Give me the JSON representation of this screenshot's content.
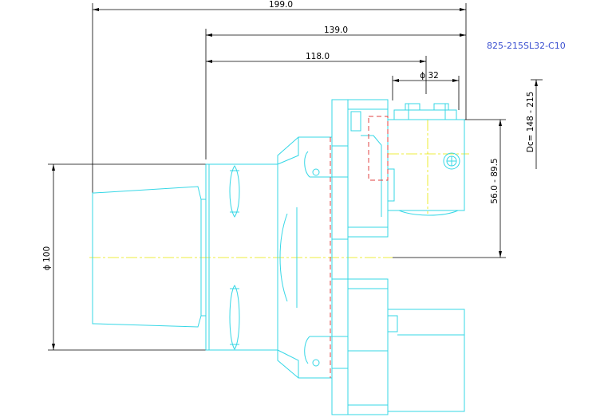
{
  "part_code": "825-215SL32-C10",
  "dimensions": {
    "overall_length": "199.0",
    "length_139": "139.0",
    "length_118": "118.0",
    "bore_diameter": "ϕ 32",
    "shank_diameter": "ϕ 100",
    "height_range": "56.0  -  89.5",
    "cutting_diameter": "Dc=  148  -  215"
  },
  "colors": {
    "outline": "#35d7e6",
    "dimension": "#000000",
    "centerline": "#e8e800",
    "hidden": "#e04040",
    "part_code": "#3a4fd0"
  }
}
